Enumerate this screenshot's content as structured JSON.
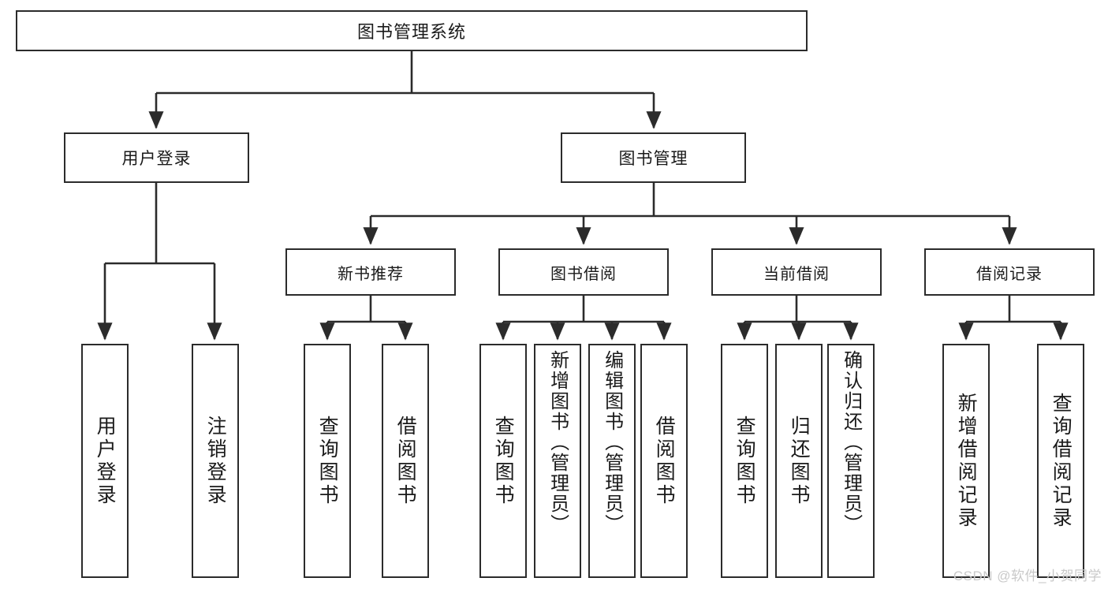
{
  "diagram": {
    "title": "图书管理系统",
    "type": "tree",
    "root": {
      "label": "图书管理系统"
    },
    "level2": [
      {
        "id": "user-login",
        "label": "用户登录"
      },
      {
        "id": "book-mgmt",
        "label": "图书管理"
      }
    ],
    "level3": [
      {
        "id": "new-book",
        "label": "新书推荐"
      },
      {
        "id": "borrow",
        "label": "图书借阅"
      },
      {
        "id": "current",
        "label": "当前借阅"
      },
      {
        "id": "record",
        "label": "借阅记录"
      }
    ],
    "leaves": [
      {
        "id": "leaf-user-login",
        "label": "用户登录",
        "parent": "user-login"
      },
      {
        "id": "leaf-logout",
        "label": "注销登录",
        "parent": "user-login"
      },
      {
        "id": "leaf-query-book-1",
        "label": "查询图书",
        "parent": "new-book"
      },
      {
        "id": "leaf-borrow-book-1",
        "label": "借阅图书",
        "parent": "new-book"
      },
      {
        "id": "leaf-query-book-2",
        "label": "查询图书",
        "parent": "borrow"
      },
      {
        "id": "leaf-add-book",
        "label": "新增图书（管理员）",
        "parent": "borrow"
      },
      {
        "id": "leaf-edit-book",
        "label": "编辑图书（管理员）",
        "parent": "borrow"
      },
      {
        "id": "leaf-borrow-book-2",
        "label": "借阅图书",
        "parent": "borrow"
      },
      {
        "id": "leaf-query-book-3",
        "label": "查询图书",
        "parent": "current"
      },
      {
        "id": "leaf-return-book",
        "label": "归还图书",
        "parent": "current"
      },
      {
        "id": "leaf-confirm-return",
        "label": "确认归还（管理员）",
        "parent": "current"
      },
      {
        "id": "leaf-add-record",
        "label": "新增借阅记录",
        "parent": "record"
      },
      {
        "id": "leaf-query-record",
        "label": "查询借阅记录",
        "parent": "record"
      }
    ]
  },
  "watermark": {
    "text": "CSDN @软件_小贺同学"
  },
  "colors": {
    "box_border": "#2b2b2b",
    "box_fill": "#ffffff",
    "connector": "#2b2b2b",
    "text": "#1a1a1a",
    "watermark": "#c9c9c9",
    "background": "#ffffff"
  }
}
